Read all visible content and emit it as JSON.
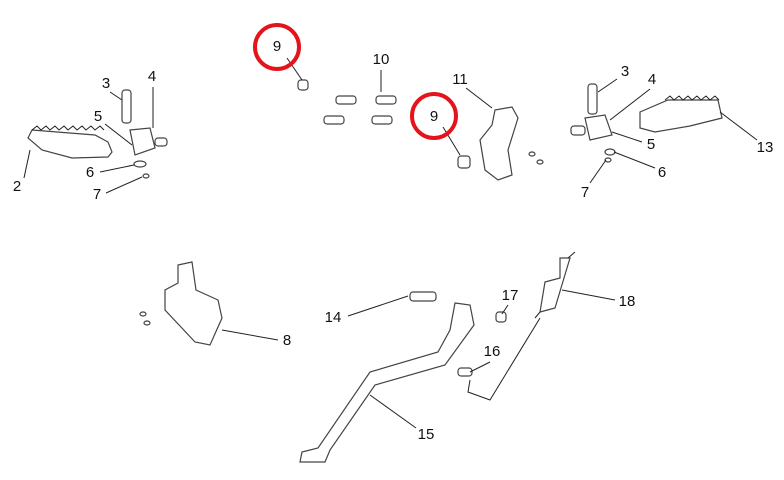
{
  "diagram": {
    "highlight_color": "#e3141b",
    "callouts": [
      {
        "id": "c2",
        "label": "2"
      },
      {
        "id": "c3l",
        "label": "3"
      },
      {
        "id": "c4l",
        "label": "4"
      },
      {
        "id": "c5l",
        "label": "5"
      },
      {
        "id": "c6l",
        "label": "6"
      },
      {
        "id": "c7l",
        "label": "7"
      },
      {
        "id": "c9a",
        "label": "9"
      },
      {
        "id": "c10",
        "label": "10"
      },
      {
        "id": "c9b",
        "label": "9"
      },
      {
        "id": "c11",
        "label": "11"
      },
      {
        "id": "c3r",
        "label": "3"
      },
      {
        "id": "c4r",
        "label": "4"
      },
      {
        "id": "c5r",
        "label": "5"
      },
      {
        "id": "c6r",
        "label": "6"
      },
      {
        "id": "c7r",
        "label": "7"
      },
      {
        "id": "c13",
        "label": "13"
      },
      {
        "id": "c8",
        "label": "8"
      },
      {
        "id": "c14",
        "label": "14"
      },
      {
        "id": "c15",
        "label": "15"
      },
      {
        "id": "c16",
        "label": "16"
      },
      {
        "id": "c17",
        "label": "17"
      },
      {
        "id": "c18",
        "label": "18"
      }
    ]
  }
}
